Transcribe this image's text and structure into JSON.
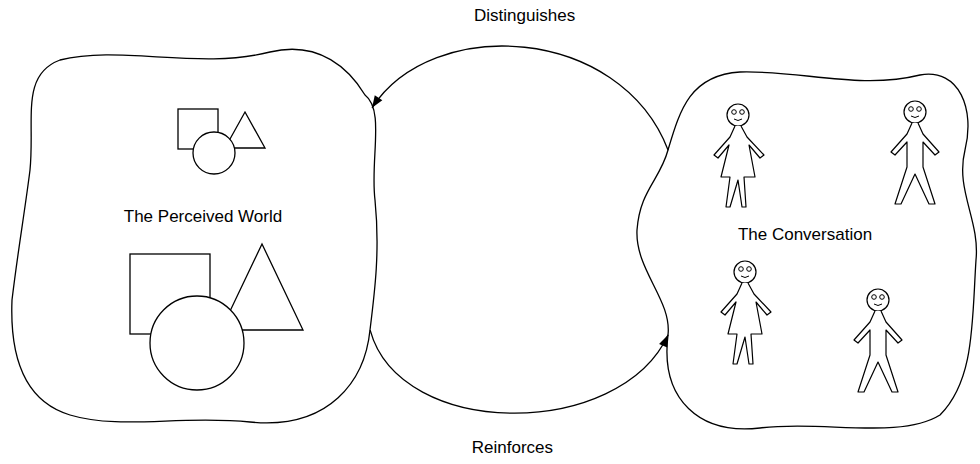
{
  "diagram": {
    "nodes": [
      {
        "text": [
          "The Perceived World"
        ]
      },
      {
        "text": [
          "The Conversation"
        ]
      }
    ],
    "edges": [
      {
        "from": 1,
        "to": 0,
        "arrow": "to",
        "label": "Distinguishes"
      },
      {
        "from": 0,
        "to": 1,
        "arrow": "to",
        "label": "Reinforces"
      }
    ]
  }
}
